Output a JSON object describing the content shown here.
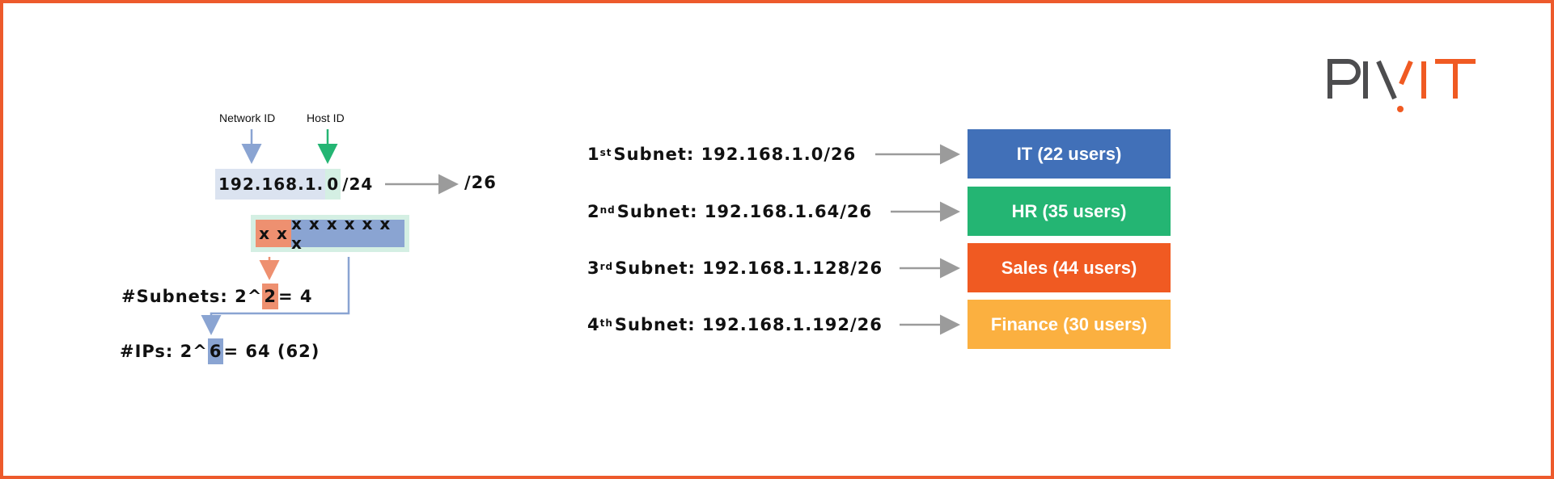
{
  "diagram": {
    "network_id_label": "Network ID",
    "host_id_label": "Host ID",
    "ip_network_part": "192.168.1.",
    "ip_host_part": "0",
    "ip_prefix": "/24",
    "new_prefix": "/26",
    "bits_subnet": "x x",
    "bits_host": "x x x x x x x",
    "subnets_prefix": "#Subnets: 2^",
    "subnets_exp": "2",
    "subnets_suffix": " = 4",
    "ips_prefix": "#IPs: 2^",
    "ips_exp": "6",
    "ips_suffix": " = 64 (62)"
  },
  "subnets": [
    {
      "ordinal_num": "1",
      "ordinal_sup": "st",
      "text": " Subnet: 192.168.1.0/26",
      "label": "IT (22 users)",
      "color": "#4170b8"
    },
    {
      "ordinal_num": "2",
      "ordinal_sup": "nd",
      "text": " Subnet: 192.168.1.64/26",
      "label": "HR (35 users)",
      "color": "#24b573"
    },
    {
      "ordinal_num": "3",
      "ordinal_sup": "rd",
      "text": " Subnet: 192.168.1.128/26",
      "label": "Sales (44 users)",
      "color": "#f05a22"
    },
    {
      "ordinal_num": "4",
      "ordinal_sup": "th",
      "text": " Subnet: 192.168.1.192/26",
      "label": "Finance (30 users)",
      "color": "#fbb040"
    }
  ],
  "logo": {
    "text": "PIVIT",
    "color_dark": "#4d4d4f",
    "color_accent": "#f05a22"
  },
  "colors": {
    "border": "#ed5a2c",
    "arrow_gray": "#9b9b9b",
    "arrow_blue": "#8aa4d2",
    "arrow_green": "#24b573",
    "arrow_orange": "#ee9070"
  }
}
